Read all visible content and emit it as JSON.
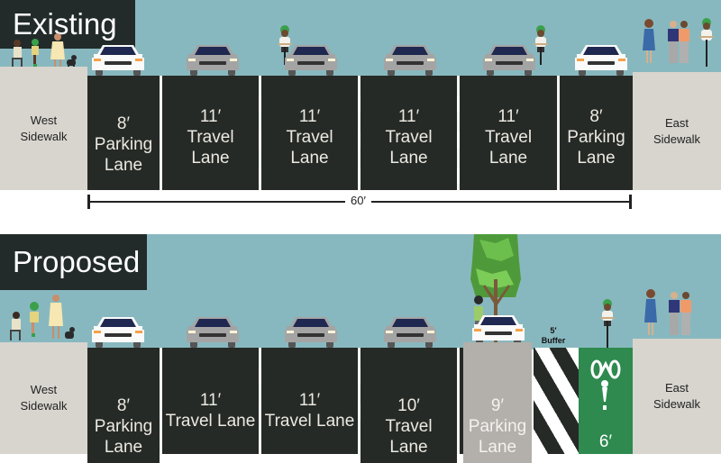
{
  "existing": {
    "title": "Existing",
    "west_sidewalk": {
      "line1": "West",
      "line2": "Sidewalk"
    },
    "east_sidewalk": {
      "line1": "East",
      "line2": "Sidewalk"
    },
    "lanes": [
      {
        "width": "8′",
        "line1": "Parking",
        "line2": "Lane"
      },
      {
        "width": "11′",
        "line1": "Travel",
        "line2": "Lane"
      },
      {
        "width": "11′",
        "line1": "Travel",
        "line2": "Lane"
      },
      {
        "width": "11′",
        "line1": "Travel",
        "line2": "Lane"
      },
      {
        "width": "11′",
        "line1": "Travel",
        "line2": "Lane"
      },
      {
        "width": "8′",
        "line1": "Parking",
        "line2": "Lane"
      }
    ],
    "total_width": "60′"
  },
  "proposed": {
    "title": "Proposed",
    "west_sidewalk": {
      "line1": "West",
      "line2": "Sidewalk"
    },
    "east_sidewalk": {
      "line1": "East",
      "line2": "Sidewalk"
    },
    "lanes": [
      {
        "width": "8′",
        "line1": "Parking",
        "line2": "Lane"
      },
      {
        "width": "11′",
        "line1": "Travel Lane",
        "line2": ""
      },
      {
        "width": "11′",
        "line1": "Travel Lane",
        "line2": ""
      },
      {
        "width": "10′",
        "line1": "Travel",
        "line2": "Lane"
      },
      {
        "width": "9′",
        "line1": "Parking",
        "line2": "Lane"
      }
    ],
    "buffer": {
      "width": "5′",
      "label": "Buffer"
    },
    "bike_lane": {
      "width": "6′",
      "icon": "bicycle-symbol-icon"
    }
  },
  "colors": {
    "sky": "#88b8bf",
    "asphalt": "#252a26",
    "sidewalk": "#d8d5cf",
    "header": "#222b2a",
    "bike_lane": "#2e8a4e",
    "parking_platform": "#b3afaa"
  }
}
